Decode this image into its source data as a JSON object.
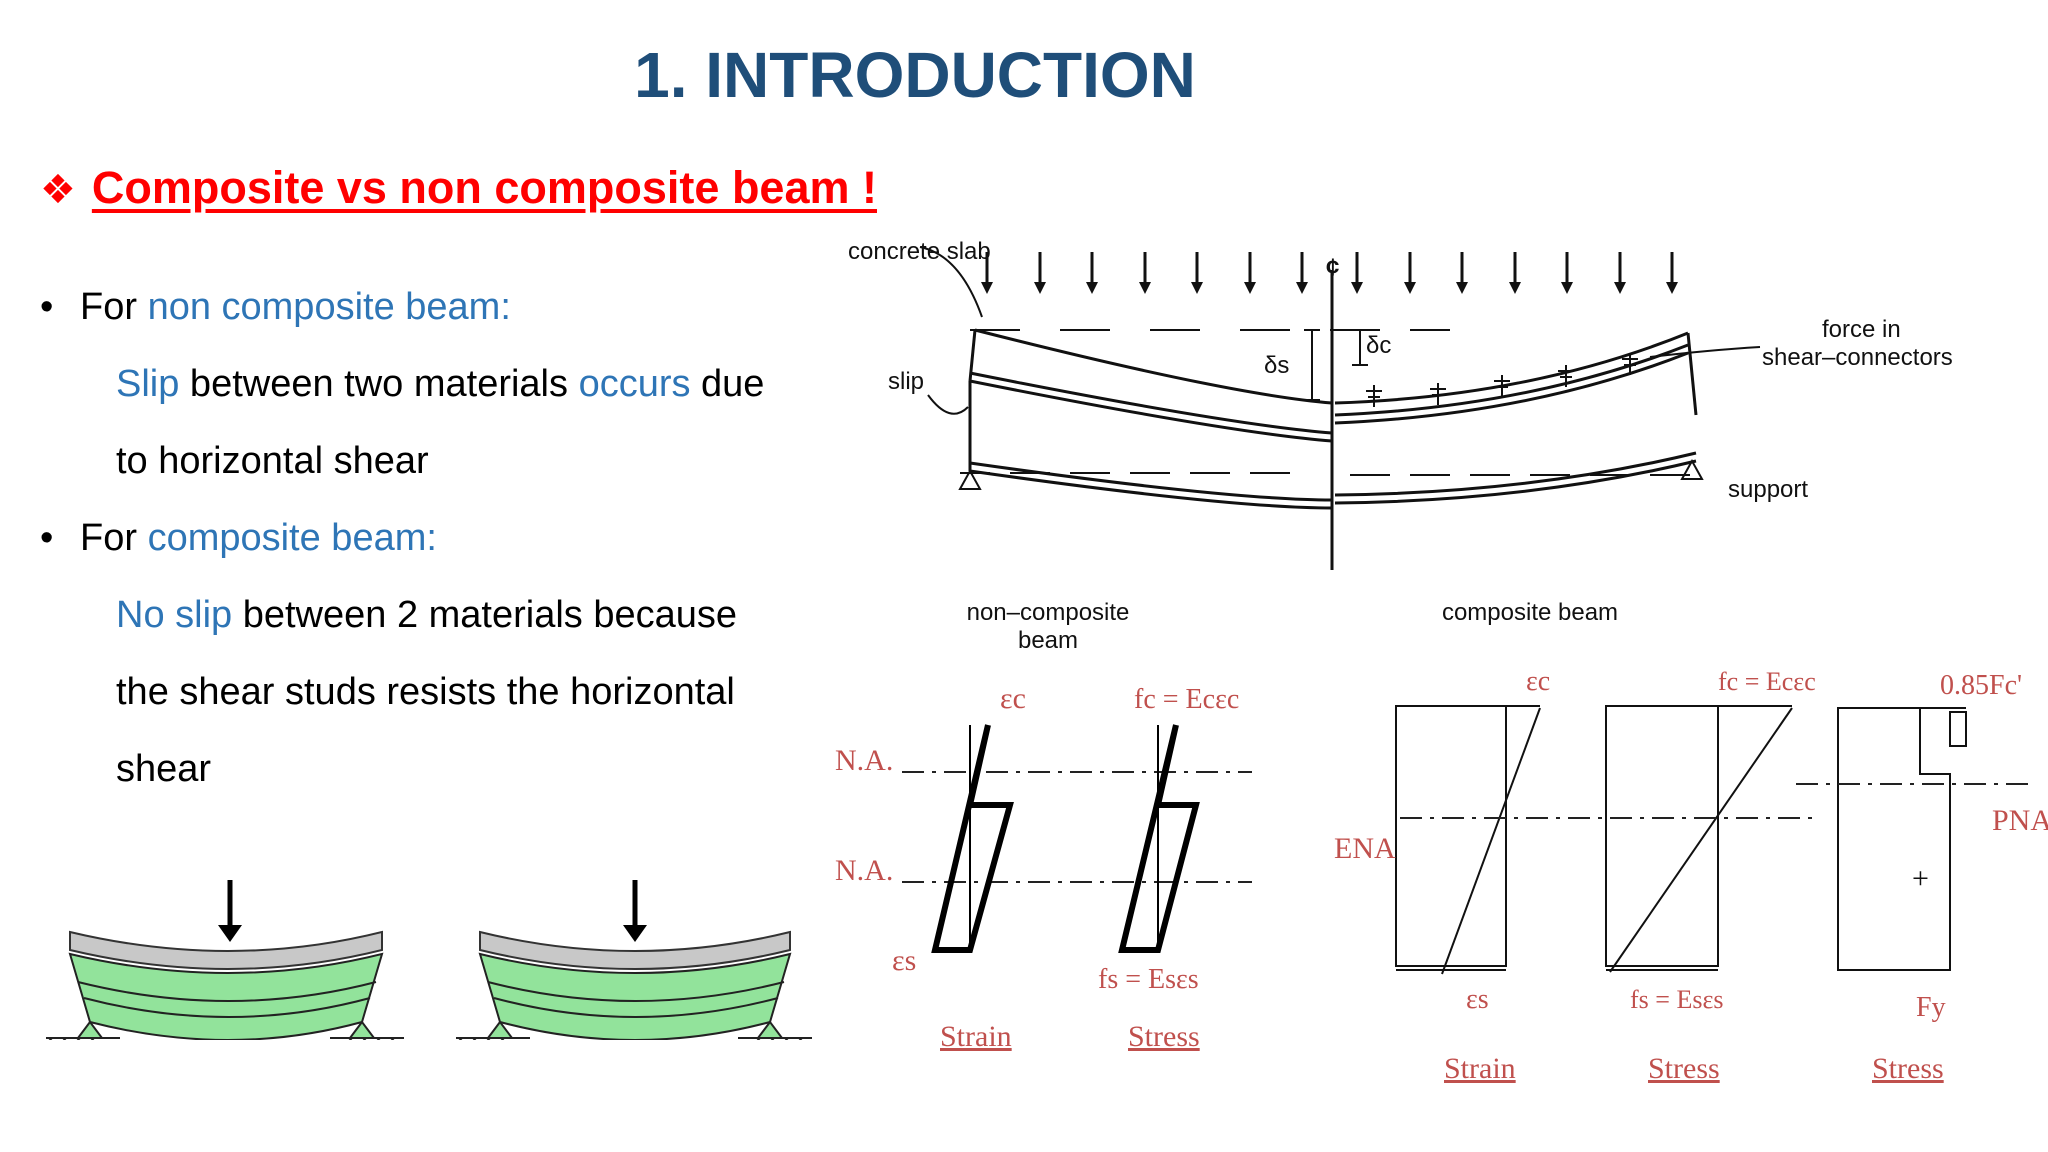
{
  "title": "1. INTRODUCTION",
  "subtitle": {
    "icon": "diamond-bullet-icon",
    "text": "Composite vs non composite beam !"
  },
  "bullets": [
    {
      "bullet": "•",
      "prefix": "For ",
      "highlight": "non composite beam:",
      "lines": [
        [
          {
            "text": "Slip",
            "blue": true
          },
          {
            "text": " between two materials ",
            "blue": false
          },
          {
            "text": "occurs",
            "blue": true
          },
          {
            "text": " due",
            "blue": false
          }
        ],
        [
          {
            "text": "to horizontal shear",
            "blue": false
          }
        ]
      ]
    },
    {
      "bullet": "•",
      "prefix": "For ",
      "highlight": "composite beam:",
      "lines": [
        [
          {
            "text": "No slip",
            "blue": true
          },
          {
            "text": " between 2 materials because",
            "blue": false
          }
        ],
        [
          {
            "text": "the shear studs resists the horizontal",
            "blue": false
          }
        ],
        [
          {
            "text": "shear",
            "blue": false
          }
        ]
      ]
    }
  ],
  "beam_diagram": {
    "label_concrete_slab": "concrete slab",
    "label_centerline": "¢",
    "label_slip": "slip",
    "label_delta_s": "δs",
    "label_delta_c": "δc",
    "label_force_line1": "force in",
    "label_force_line2": "shear–connectors",
    "label_support": "support"
  },
  "noncomposite_diagram": {
    "heading_line1": "non–composite",
    "heading_line2": "beam",
    "strain_top": "εc",
    "stress_top": "fc = Ecεc",
    "na_upper": "N.A.",
    "na_lower": "N.A.",
    "strain_bottom": "εs",
    "stress_bottom": "fs = Esεs",
    "caption_strain": "Strain",
    "caption_stress": "Stress"
  },
  "composite_diagram": {
    "heading": "composite beam",
    "strain_top": "εc",
    "stress_top": "fc = Ecεc",
    "plastic_top": "0.85Fc'",
    "ena": "ENA",
    "pna": "PNA",
    "plus": "+",
    "strain_bottom": "εs",
    "stress_bottom": "fs = Esεs",
    "fy": "Fy",
    "caption_strain": "Strain",
    "caption_stress1": "Stress",
    "caption_stress2": "Stress"
  },
  "colors": {
    "title": "#1f4e79",
    "subtitle": "#ff0000",
    "highlight": "#2e75b6",
    "caption_red": "#c0504d",
    "beam_green": "#92e39b",
    "slab_gray": "#c8c8c8"
  }
}
